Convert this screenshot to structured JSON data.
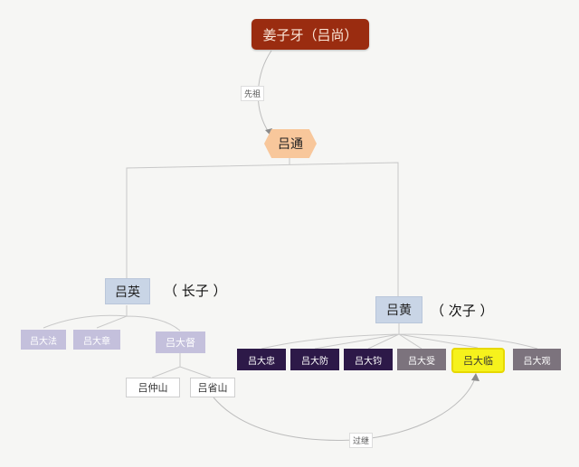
{
  "nodes": {
    "root": "姜子牙（吕尚）",
    "lv_tong": "吕通",
    "lv_ying": "吕英",
    "zhangzi_tag": "（ 长子 ）",
    "lv_huang": "吕黄",
    "cizi_tag": "（ 次子 ）",
    "lv_dafa": "吕大法",
    "lv_dazhang": "吕大章",
    "lv_dadu": "吕大督",
    "lv_zhongshan": "吕仲山",
    "lv_xingshan": "吕省山",
    "lv_dazhong": "吕大忠",
    "lv_dafang": "吕大防",
    "lv_dajun": "吕大钧",
    "lv_dashou": "吕大受",
    "lv_dalin": "吕大临",
    "lv_daguan": "吕大观"
  },
  "edge_labels": {
    "root_to_tong": "先祖",
    "xingshan_to_dalin": "过继"
  },
  "colors": {
    "root_bg": "#9a2c10",
    "hex_bg": "#f8c79b",
    "main_bg": "#c9d5e6",
    "lavender_bg": "#c4c0dc",
    "dark_bg": "#2d1948",
    "grey_bg": "#7c737d",
    "highlight_bg": "#f6f21c"
  }
}
